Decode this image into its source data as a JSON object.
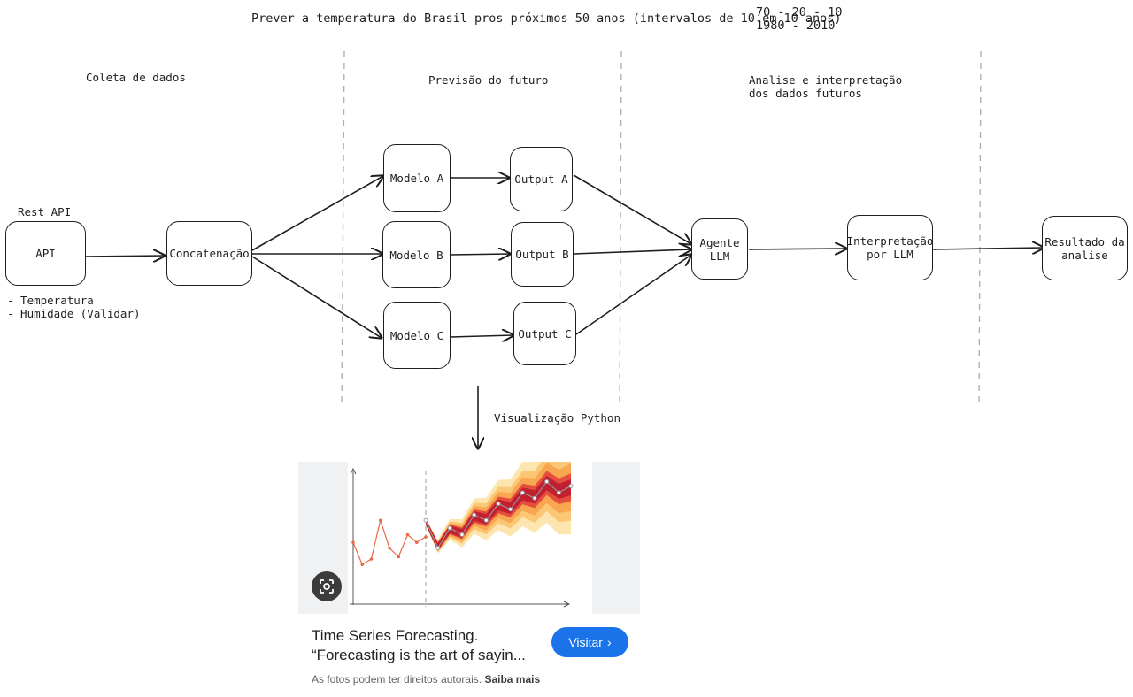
{
  "header": {
    "title": "Prever a temperatura do Brasil pros próximos 50 anos (intervalos de 10 em 10 anos)",
    "note_line1": "70 - 20 - 10",
    "note_line2": "1980 - 2010"
  },
  "sections": {
    "collect": "Coleta de dados",
    "forecast": "Previsão do futuro",
    "analysis_line1": "Analise e interpretação",
    "analysis_line2": "dos dados futuros"
  },
  "source": {
    "label": "Rest API",
    "box": "API",
    "notes_line1": "- Temperatura",
    "notes_line2": "- Humidade (Validar)"
  },
  "nodes": {
    "concat": "Concatenação",
    "model_a": "Modelo A",
    "model_b": "Modelo B",
    "model_c": "Modelo C",
    "output_a": "Output A",
    "output_b": "Output B",
    "output_c": "Output C",
    "agent_line1": "Agente",
    "agent_line2": "LLM",
    "interp_line1": "Interpretação",
    "interp_line2": "por LLM",
    "result_line1": "Resultado da",
    "result_line2": "analise"
  },
  "viz_label": "Visualização Python",
  "card": {
    "title": "Time Series Forecasting.\n“Forecasting is the art of sayin...",
    "visit_label": "Visitar",
    "visit_icon": "chevron-right-icon",
    "copyright": "As fotos podem ter direitos autorais.",
    "learn_more": "Saiba mais",
    "lens_icon": "google-lens-icon"
  },
  "chart_data": {
    "type": "line",
    "history": [
      0.55,
      0.35,
      0.4,
      0.75,
      0.5,
      0.42,
      0.62,
      0.55,
      0.6
    ],
    "forecast": [
      0.75,
      0.5,
      0.68,
      0.62,
      0.8,
      0.75,
      0.9,
      0.85,
      1.0,
      0.95,
      1.1,
      1.0,
      1.06
    ],
    "colors": {
      "history": "#e8694a",
      "forecast": "#9aa0a6",
      "band_outer": "#fde2a6",
      "band_mid": "#f7a24b",
      "band_inner": "#c0202f"
    }
  }
}
